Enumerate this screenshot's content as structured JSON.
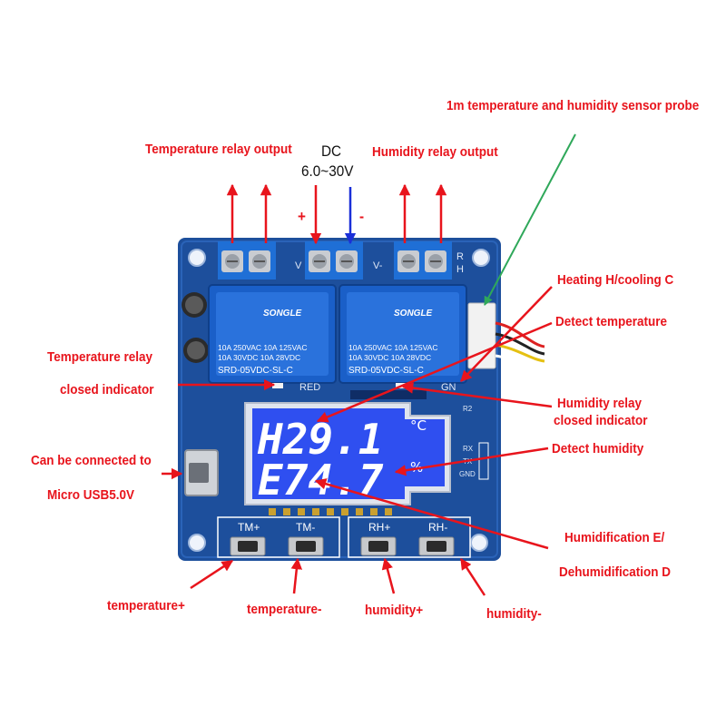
{
  "labels": {
    "sensor_probe": "1m temperature and humidity sensor probe",
    "temp_relay_output": "Temperature relay output",
    "dc": "DC",
    "dc_range": "6.0~30V",
    "plus": "+",
    "minus": "-",
    "humidity_relay_output": "Humidity relay output",
    "heating_cooling": "Heating H/cooling C",
    "detect_temperature": "Detect temperature",
    "temp_relay_closed_1": "Temperature relay",
    "temp_relay_closed_2": "closed indicator",
    "humidity_relay_closed_1": "Humidity relay",
    "humidity_relay_closed_2": "closed indicator",
    "detect_humidity": "Detect humidity",
    "usb_1": "Can be connected to",
    "usb_2": "Micro USB5.0V",
    "humid_mode_1": "Humidification E/",
    "humid_mode_2": "Dehumidification D",
    "temperature_plus": "temperature+",
    "temperature_minus": "temperature-",
    "humidity_plus": "humidity+",
    "humidity_minus": "humidity-"
  },
  "board": {
    "relay_brand": "SONGLE",
    "relay_rating_1": "10A 250VAC  10A 125VAC",
    "relay_rating_2": "10A  30VDC  10A  28VDC",
    "relay_model": "SRD-05VDC-SL-C",
    "lcd_line1": "H29.1",
    "lcd_line2": "E74.7",
    "lcd_unit1": "°C",
    "lcd_unit2": "%",
    "btn_tm_plus": "TM+",
    "btn_tm_minus": "TM-",
    "btn_rh_plus": "RH+",
    "btn_rh_minus": "RH-",
    "silk_v": "V",
    "silk_v_minus": "V-",
    "silk_r": "R",
    "silk_h": "H",
    "silk_red": "RED",
    "silk_gn": "GN",
    "silk_rx": "RX",
    "silk_tx": "TX",
    "silk_gnd": "GND",
    "silk_r2": "R2"
  },
  "colors": {
    "annotation": "#e8141c",
    "pcb": "#1d4f9c",
    "lcd": "#2f4ff0",
    "relay": "#1a5fc8",
    "terminal": "#1f6fd6",
    "probe_arrow": "#2fa85a",
    "minus_arrow": "#1a2fd8"
  }
}
